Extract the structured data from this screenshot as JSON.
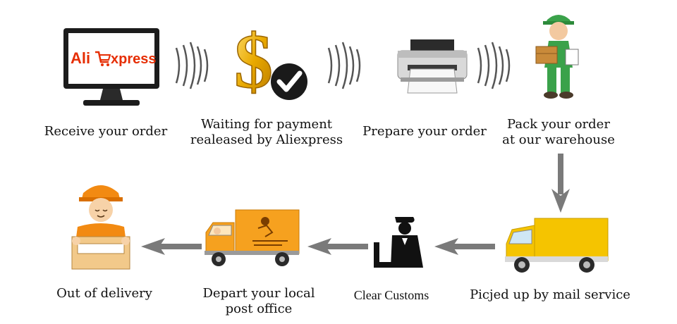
{
  "steps": {
    "receive": {
      "label": "Receive your order",
      "icon": "monitor-aliexpress-icon"
    },
    "payment": {
      "label": "Waiting for payment\nrealeased by Aliexpress",
      "icon": "dollar-check-icon"
    },
    "prepare": {
      "label": "Prepare your order",
      "icon": "printer-icon"
    },
    "pack": {
      "label": "Pack your order\nat our warehouse",
      "icon": "warehouse-worker-icon"
    },
    "pickup": {
      "label": "Picjed up by mail service",
      "icon": "yellow-van-icon"
    },
    "customs": {
      "label": "Clear Customs",
      "icon": "customs-officer-icon"
    },
    "depart": {
      "label": "Depart your local\npost office",
      "icon": "delivery-truck-icon"
    },
    "delivery": {
      "label": "Out of delivery",
      "icon": "courier-with-box-icon"
    }
  },
  "logo": {
    "ali": "Ali",
    "express": "xpress"
  },
  "colors": {
    "ali_red": "#e62e04",
    "gold": "#e9a900",
    "yellow": "#f5c400",
    "worker_green": "#3aa24a",
    "arrow_gray": "#7a7a7a",
    "orange": "#f28a12"
  }
}
